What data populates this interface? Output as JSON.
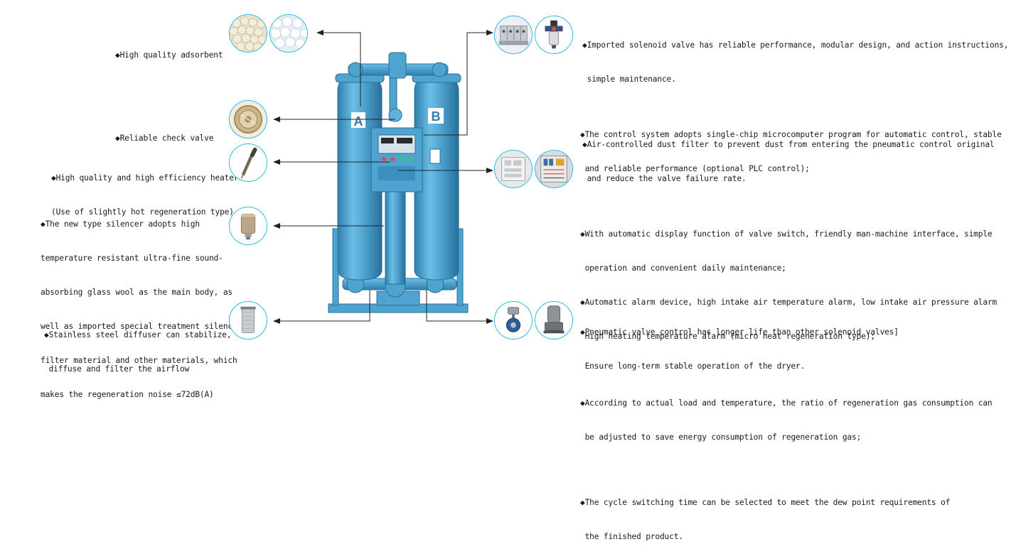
{
  "callouts_left": [
    {
      "id": "adsorbent",
      "lines": [
        "◆High quality adsorbent"
      ],
      "icons": [
        "adsorbent-beads-beige-icon",
        "adsorbent-beads-white-icon"
      ]
    },
    {
      "id": "check-valve",
      "lines": [
        "◆Reliable check valve"
      ],
      "icons": [
        "check-valve-disc-icon"
      ]
    },
    {
      "id": "heater",
      "lines": [
        "◆High quality and high efficiency heater",
        "(Use of slightly hot regeneration type)"
      ],
      "icons": [
        "heater-rod-icon"
      ]
    },
    {
      "id": "silencer",
      "lines": [
        "◆The new type silencer adopts high",
        "temperature resistant ultra-fine sound-",
        "absorbing glass wool as the main body, as",
        "well as imported special treatment silencer",
        "filter material and other materials, which",
        "makes the regeneration noise ≤72dB(A)"
      ],
      "icons": [
        "silencer-icon"
      ]
    },
    {
      "id": "diffuser",
      "lines": [
        "◆Stainless steel diffuser can stabilize,",
        " diffuse and filter the airflow"
      ],
      "icons": [
        "diffuser-icon"
      ]
    }
  ],
  "callouts_right": [
    {
      "id": "solenoid",
      "lines": [
        "◆Imported solenoid valve has reliable performance, modular design, and action instructions,",
        " simple maintenance.",
        "",
        "◆Air-controlled dust filter to prevent dust from entering the pneumatic control original",
        " and reduce the valve failure rate."
      ],
      "icons": [
        "solenoid-valve-block-icon",
        "air-filter-regulator-icon"
      ]
    },
    {
      "id": "control",
      "lines": [
        "◆The control system adopts single-chip microcomputer program for automatic control, stable",
        " and reliable performance (optional PLC control);",
        "",
        "◆With automatic display function of valve switch, friendly man-machine interface, simple",
        " operation and convenient daily maintenance;",
        "◆Automatic alarm device, high intake air temperature alarm, low intake air pressure alarm",
        " High heating temperature alarm (micro heat regeneration type);",
        "",
        "◆According to actual load and temperature, the ratio of regeneration gas consumption can",
        " be adjusted to save energy consumption of regeneration gas;",
        "",
        "◆The cycle switching time can be selected to meet the dew point requirements of",
        " the finished product."
      ],
      "icons": [
        "control-panel-interior-icon",
        "control-cabinet-wiring-icon"
      ]
    },
    {
      "id": "pneumatic",
      "lines": [
        "◆Pneumatic valve control has longer life than other solenoid valves]",
        " Ensure long-term stable operation of the dryer."
      ],
      "icons": [
        "pneumatic-butterfly-valve-icon",
        "pneumatic-angle-valve-icon"
      ]
    }
  ],
  "machine": {
    "tower_a_label": "A",
    "tower_b_label": "B"
  },
  "colors": {
    "tower_blue": "#4fa3cf",
    "tower_dark": "#2f7fae",
    "circle_border": "#29b4e6",
    "arrow": "#222222"
  }
}
